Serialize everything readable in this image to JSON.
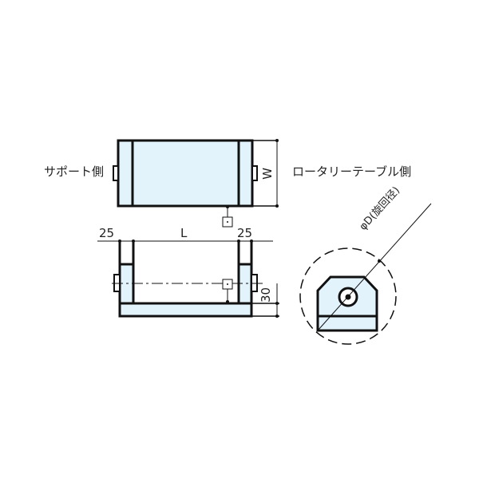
{
  "labels": {
    "support_side": "サポート側",
    "rotary_side": "ロータリーテーブル側",
    "width": "W",
    "length": "L",
    "left_offset": "25",
    "right_offset": "25",
    "height": "30",
    "swing_diameter": "φD(旋回径)"
  },
  "colors": {
    "fill": "#e3f3fc",
    "stroke": "#111111"
  }
}
